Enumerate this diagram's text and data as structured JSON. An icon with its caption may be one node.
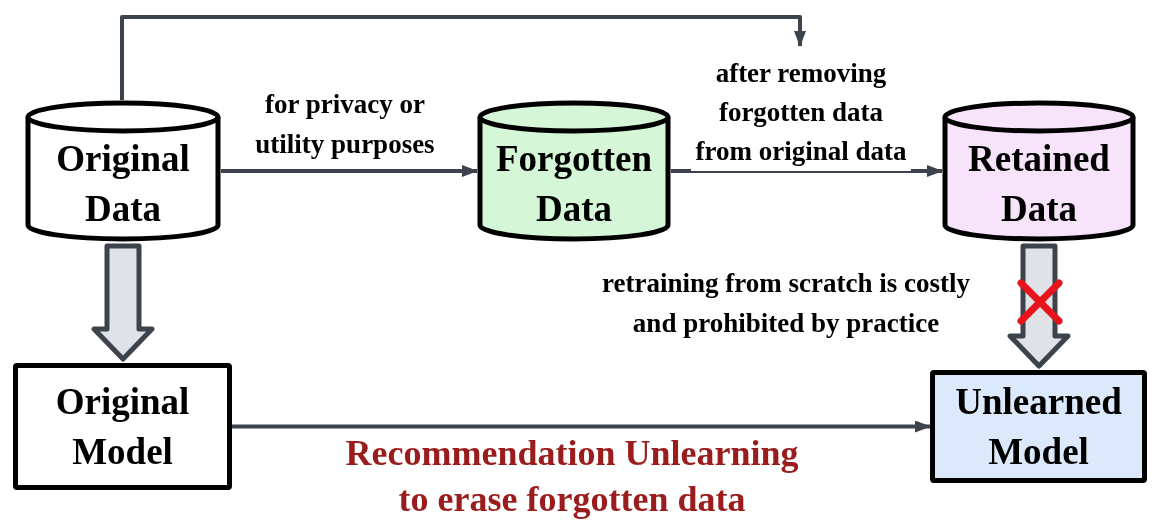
{
  "diagram": {
    "nodes": [
      {
        "text": [
          "Original Data"
        ]
      },
      {
        "text": [
          "Forgotten Data"
        ]
      },
      {
        "text": [
          "Retained Data"
        ]
      },
      {
        "text": [
          "Original Model"
        ]
      },
      {
        "text": [
          "Unlearned Model"
        ]
      }
    ],
    "edges": [
      {
        "from": 0,
        "to": 1,
        "arrow": "to",
        "label": "for privacy or utility purposes"
      },
      {
        "from": 1,
        "to": 2,
        "arrow": "to",
        "label": "after removing forgotten data from original data"
      },
      {
        "from": 0,
        "to": null,
        "arrow": "to"
      },
      {
        "from": 0,
        "to": 3,
        "arrow": "to",
        "style": "thick"
      },
      {
        "from": 2,
        "to": 4,
        "arrow": "to",
        "style": "thick",
        "label": "retraining from scratch is costly and prohibited by practice"
      },
      {
        "from": 3,
        "to": 4,
        "arrow": "to",
        "label": "Recommendation Unlearning to erase forgotten data"
      }
    ]
  }
}
